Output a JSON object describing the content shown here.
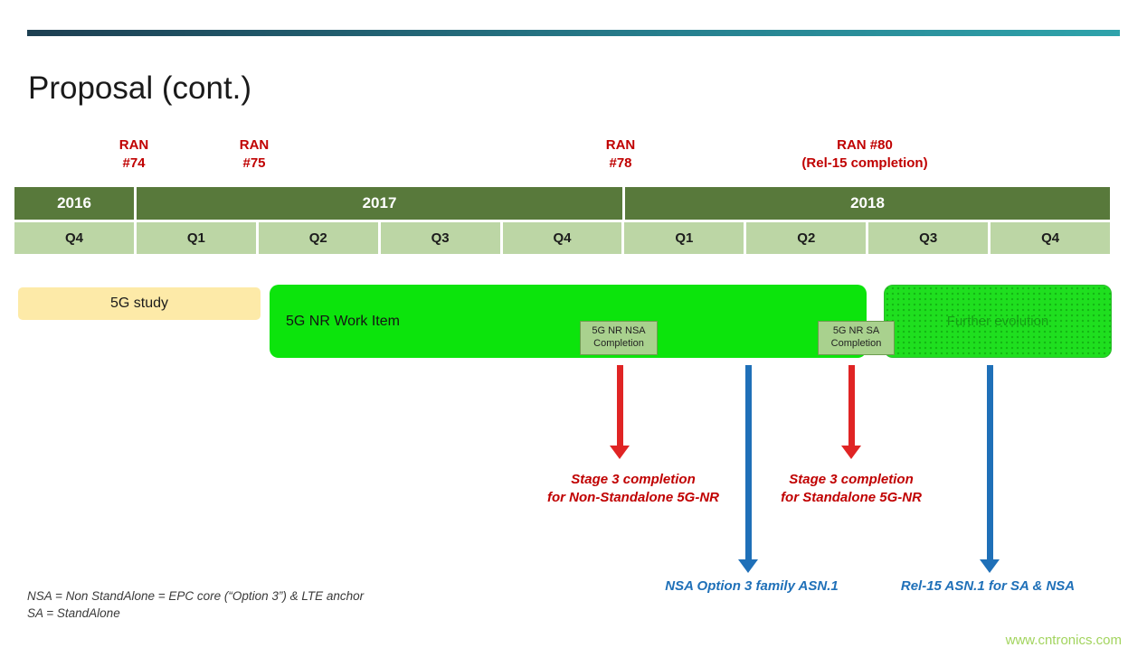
{
  "slide": {
    "title": "Proposal (cont.)",
    "watermark": "www.cntronics.com"
  },
  "ran_markers": [
    "RAN\n#74",
    "RAN\n#75",
    "RAN\n#78",
    "RAN #80\n(Rel-15 completion)"
  ],
  "timeline": {
    "years": [
      "2016",
      "2017",
      "2018"
    ],
    "quarters": [
      "Q4",
      "Q1",
      "Q2",
      "Q3",
      "Q4",
      "Q1",
      "Q2",
      "Q3",
      "Q4"
    ]
  },
  "bars": {
    "study": "5G study",
    "work_item": "5G NR Work Item",
    "future": "Further evolution",
    "nsa_completion": "5G NR NSA\nCompletion",
    "sa_completion": "5G NR SA\nCompletion"
  },
  "annotations": {
    "red": [
      "Stage 3 completion\nfor Non-Standalone 5G-NR",
      "Stage 3 completion\nfor Standalone 5G-NR"
    ],
    "blue": [
      "NSA Option 3  family ASN.1",
      "Rel-15 ASN.1 for SA & NSA"
    ]
  },
  "footnotes": [
    "NSA = Non StandAlone = EPC core (“Option 3”) & LTE anchor",
    "SA = StandAlone"
  ],
  "colors": {
    "accent_red": "#c00000",
    "accent_blue": "#1f70b8",
    "bar_green": "#0ce40c",
    "year_green": "#58793b",
    "quarter_green": "#bcd6a5",
    "study_yellow": "#fdeaa8"
  }
}
